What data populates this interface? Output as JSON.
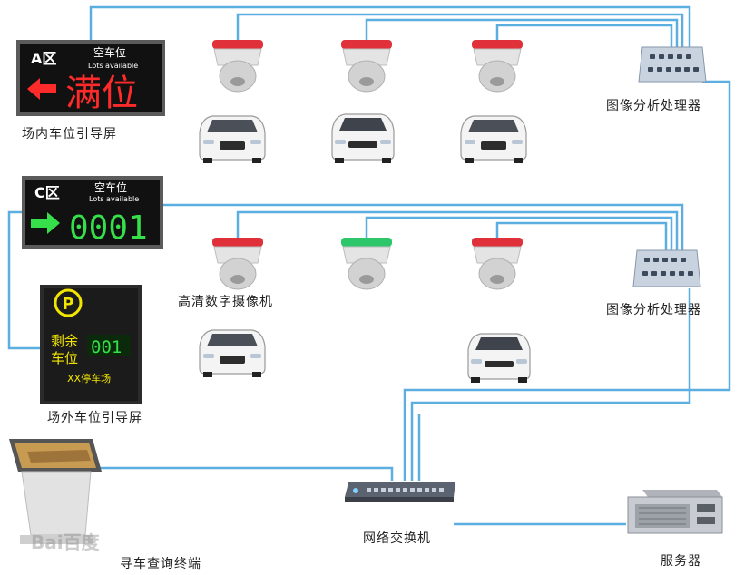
{
  "colors": {
    "link": "#5aaee0",
    "sensor_red": "#e0303a",
    "sensor_green": "#2ec66a",
    "led_red": "#ff2a2a",
    "led_green": "#35e04a",
    "led_yellow": "#f2e600"
  },
  "displays": {
    "zone_a": {
      "zone": "A区",
      "header": "空车位",
      "sub": "Lots available",
      "arrow": "left-arrow-icon",
      "value": "满位"
    },
    "zone_c": {
      "zone": "C区",
      "header": "空车位",
      "sub": "Lots available",
      "arrow": "right-arrow-icon",
      "value": "0001"
    },
    "outdoor": {
      "icon": "parking-icon",
      "row1": "剩余",
      "row2": "车位",
      "count": "001",
      "lot": "XX停车场"
    }
  },
  "labels": {
    "inner_screen": "场内车位引导屏",
    "camera": "高清数字摄像机",
    "outer_screen": "场外车位引导屏",
    "processor_1": "图像分析处理器",
    "processor_2": "图像分析处理器",
    "terminal": "寻车查询终端",
    "switch": "网络交换机",
    "server": "服务器"
  },
  "watermark": "Bai百度"
}
